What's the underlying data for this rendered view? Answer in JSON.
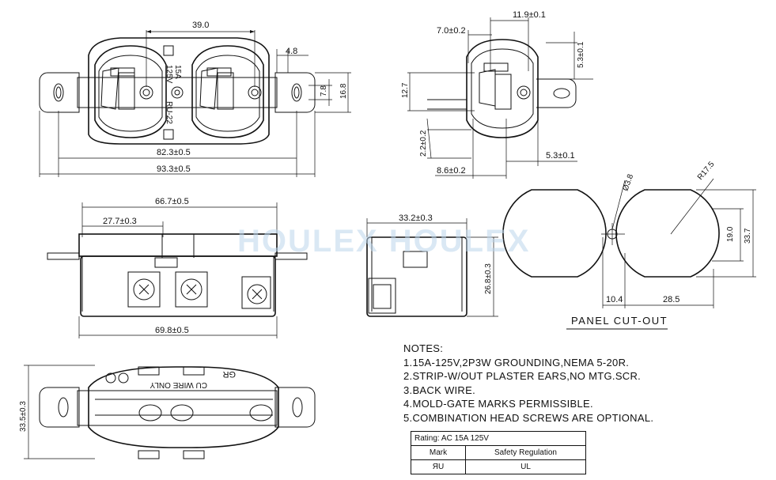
{
  "watermark": "HOULEX HOULEX",
  "front_view": {
    "dims": {
      "d1": "39.0",
      "d2": "4.8",
      "d3": "7.8",
      "d4": "16.8",
      "d5": "82.3±0.5",
      "d6": "93.3±0.5"
    },
    "marks": {
      "m1": "15A",
      "m2": "125V",
      "m3": "RU-22"
    }
  },
  "detail_view": {
    "dims": {
      "a": "11.9±0.1",
      "b": "7.0±0.2",
      "c": "5.3±0.1",
      "d": "12.7",
      "e": "2.2±0.2",
      "f": "5.3±0.1",
      "g": "8.6±0.2"
    }
  },
  "side_view": {
    "dims": {
      "a": "66.7±0.5",
      "b": "27.7±0.3",
      "c": "69.8±0.5"
    }
  },
  "end_view": {
    "dims": {
      "a": "33.2±0.3",
      "b": "26.8±0.3"
    }
  },
  "panel_cutout": {
    "title": "PANEL CUT-OUT",
    "dims": {
      "hole": "Ø3.8",
      "radius": "R17.5",
      "flat": "19.0",
      "height": "33.7",
      "left": "10.4",
      "right": "28.5"
    }
  },
  "bottom_view": {
    "dims": {
      "a": "33.5±0.3"
    },
    "marks": {
      "m1": "GR",
      "m2": "CU WIRE ONLY"
    }
  },
  "notes": {
    "header": "NOTES:",
    "items": [
      "1.15A-125V,2P3W GROUNDING,NEMA 5-20R.",
      "2.STRIP-W/OUT PLASTER EARS,NO MTG.SCR.",
      "3.BACK WIRE.",
      "4.MOLD-GATE MARKS PERMISSIBLE.",
      "5.COMBINATION HEAD SCREWS ARE OPTIONAL."
    ]
  },
  "rating_table": {
    "title": "Rating: AC 15A 125V",
    "col_mark": "Mark",
    "col_reg": "Safety Regulation",
    "row_mark": "ЯU",
    "row_reg": "UL"
  }
}
